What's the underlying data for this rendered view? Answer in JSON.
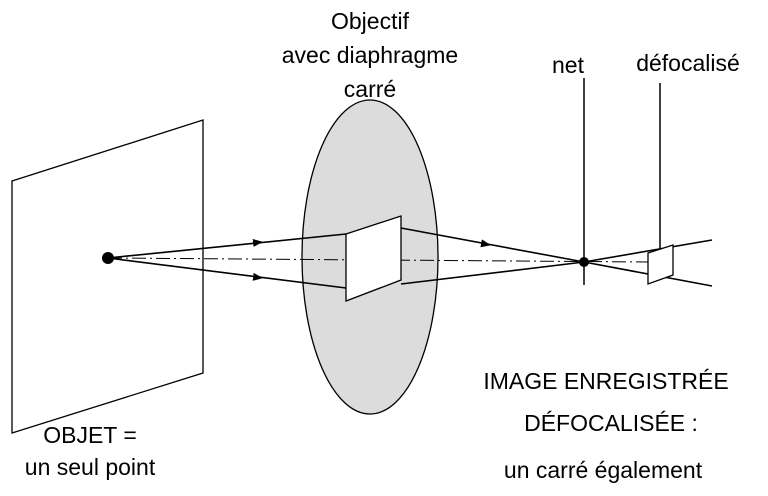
{
  "labels": {
    "lens_line1": "Objectif",
    "lens_line2": "avec diaphragme",
    "lens_line3": "carré",
    "net": "net",
    "defocused": "défocalisé",
    "image_line1": "IMAGE ENREGISTRÉE",
    "image_line2": "DÉFOCALISÉE :",
    "image_line3": "un carré également",
    "object_line1": "OBJET =",
    "object_line2": "un seul point"
  },
  "colors": {
    "lens_fill": "#dcdcdc",
    "stroke": "#000000",
    "aperture_fill": "#ffffff"
  }
}
